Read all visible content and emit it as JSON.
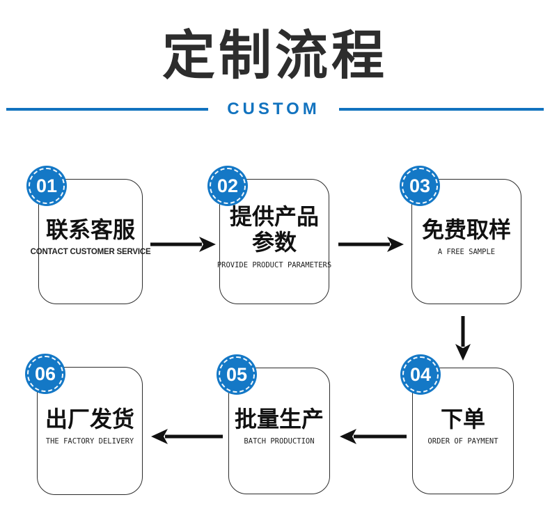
{
  "header": {
    "title": "定制流程",
    "subtitle": "CUSTOM"
  },
  "accent_color": "#1273bf",
  "badge_color": "#1478c6",
  "steps": [
    {
      "number": "01",
      "title_zh": "联系客服",
      "title_en": "CONTACT CUSTOMER SERVICE"
    },
    {
      "number": "02",
      "title_zh": "提供产品\n参数",
      "title_en": "PROVIDE PRODUCT PARAMETERS"
    },
    {
      "number": "03",
      "title_zh": "免费取样",
      "title_en": "A FREE SAMPLE"
    },
    {
      "number": "04",
      "title_zh": "下单",
      "title_en": "ORDER OF PAYMENT"
    },
    {
      "number": "05",
      "title_zh": "批量生产",
      "title_en": "BATCH PRODUCTION"
    },
    {
      "number": "06",
      "title_zh": "出厂发货",
      "title_en": "THE FACTORY DELIVERY"
    }
  ],
  "flow_arrows": [
    {
      "from": "01",
      "to": "02",
      "direction": "right"
    },
    {
      "from": "02",
      "to": "03",
      "direction": "right"
    },
    {
      "from": "03",
      "to": "04",
      "direction": "down"
    },
    {
      "from": "04",
      "to": "05",
      "direction": "left"
    },
    {
      "from": "05",
      "to": "06",
      "direction": "left"
    }
  ]
}
